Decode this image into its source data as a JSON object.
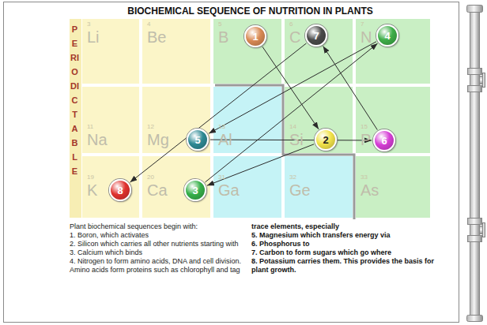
{
  "diagram": {
    "title": "BIOCHEMICAL SEQUENCE OF NUTRITION IN PLANTS",
    "nodes": [
      {
        "text": [
          "3",
          "Li"
        ]
      },
      {
        "text": [
          "4",
          "Be"
        ]
      },
      {
        "text": [
          "5",
          "B"
        ]
      },
      {
        "text": [
          "1"
        ],
        "in": 2
      },
      {
        "text": [
          "6",
          "C"
        ]
      },
      {
        "text": [
          "7"
        ],
        "in": 4
      },
      {
        "text": [
          "7",
          "N"
        ]
      },
      {
        "text": [
          "4"
        ],
        "in": 6
      },
      {
        "text": [
          "11",
          "Na"
        ]
      },
      {
        "text": [
          "12",
          "Mg"
        ]
      },
      {
        "text": [
          "5"
        ],
        "in": 9
      },
      {
        "text": [
          "13",
          "Al"
        ]
      },
      {
        "text": [
          "14",
          "Si"
        ]
      },
      {
        "text": [
          "2"
        ],
        "in": 12
      },
      {
        "text": [
          "15",
          "P"
        ]
      },
      {
        "text": [
          "6"
        ],
        "in": 14
      },
      {
        "text": [
          "19",
          "K"
        ]
      },
      {
        "text": [
          "8"
        ],
        "in": 16
      },
      {
        "text": [
          "20",
          "Ca"
        ]
      },
      {
        "text": [
          "3"
        ],
        "in": 18
      },
      {
        "text": [
          "31",
          "Ga"
        ]
      },
      {
        "text": [
          "32",
          "Ge"
        ]
      },
      {
        "text": [
          "33",
          "As"
        ]
      }
    ],
    "edges": [
      {
        "from": 3,
        "to": 13,
        "arrow": "to"
      },
      {
        "from": 13,
        "to": 19,
        "arrow": "to"
      },
      {
        "from": 19,
        "to": 7,
        "arrow": "to"
      },
      {
        "from": 7,
        "to": 10,
        "arrow": "to"
      },
      {
        "from": 10,
        "to": 15,
        "arrow": "to"
      },
      {
        "from": 15,
        "to": 5,
        "arrow": "to"
      },
      {
        "from": 5,
        "to": 17,
        "arrow": "to"
      }
    ],
    "labels": [
      "PERIODIC TABLE",
      "Plant biochemical sequences begin with:",
      "1. Boron, which activates",
      "2. Silicon which carries all other nutrients starting with",
      "3. Calcium which binds",
      "4. Nitrogen to form amino acids, DNA and cell division. Amino acids form proteins such as chlorophyll and tag",
      "trace elements, especially",
      "5. Magnesium which transfers energy via",
      "6. Phosphorus to",
      "7. Carbon to form sugars which go where",
      "8. Potassium carries them. This provides the basis for plant growth."
    ]
  }
}
